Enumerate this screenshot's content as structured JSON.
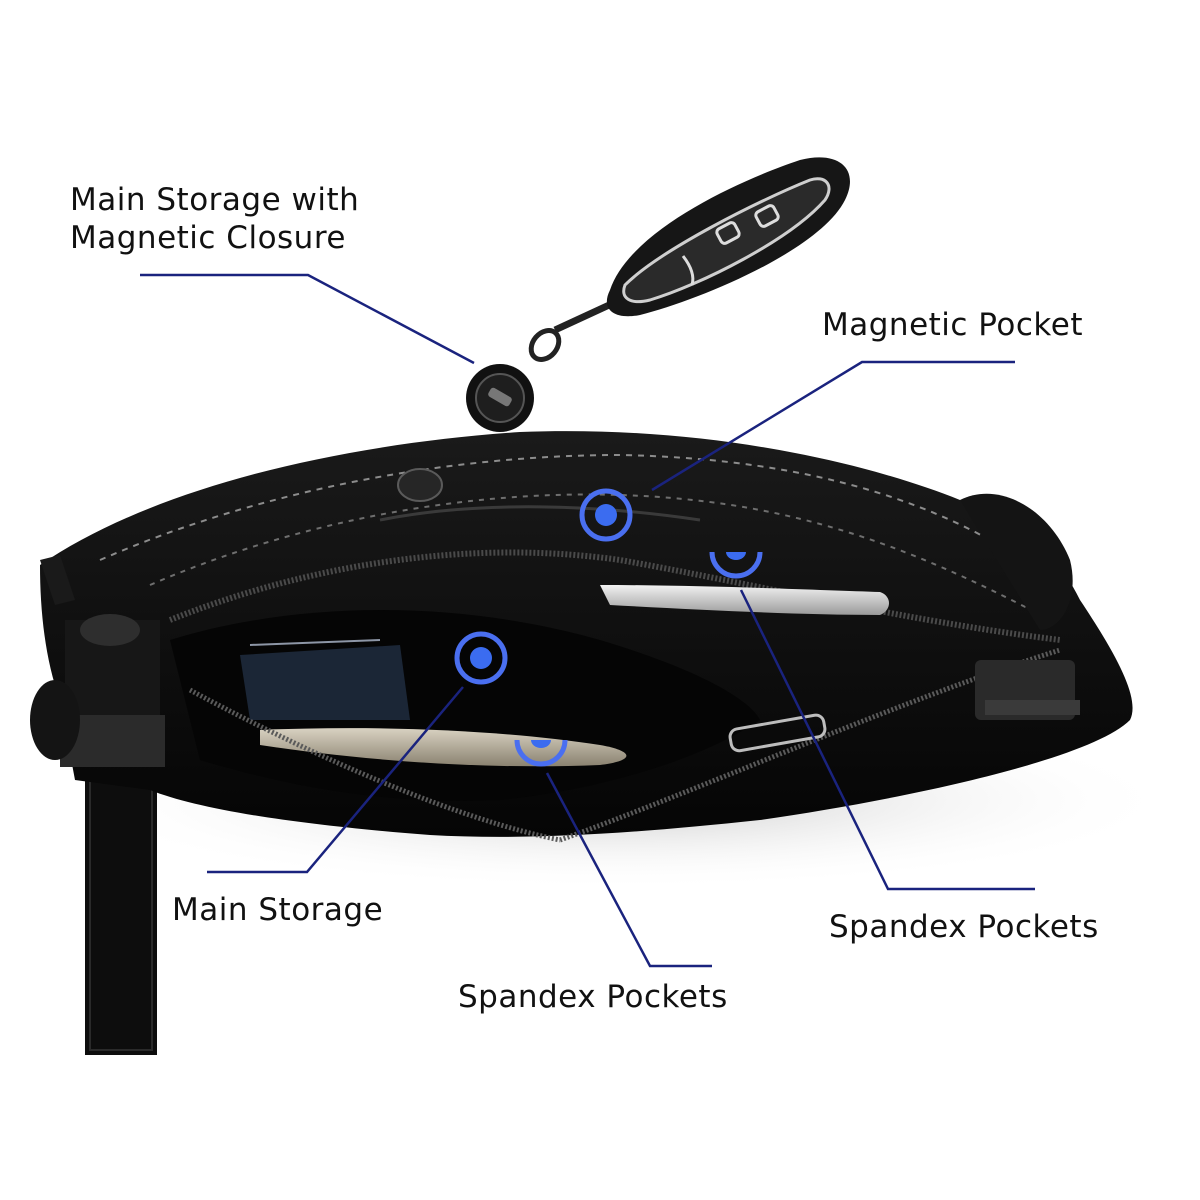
{
  "image": {
    "subject": "Black crossbody sling bag open with labeled compartments and attached car key fob",
    "background": "#ffffff",
    "accent_line_color": "#1a237e",
    "marker_color": "#3b6cf0"
  },
  "callouts": [
    {
      "id": "main-storage-magnetic",
      "label_line1": "Main Storage with",
      "label_line2": "Magnetic Closure"
    },
    {
      "id": "magnetic-pocket",
      "label": "Magnetic Pocket"
    },
    {
      "id": "main-storage",
      "label": "Main Storage"
    },
    {
      "id": "spandex-pockets-right",
      "label": "Spandex Pockets"
    },
    {
      "id": "spandex-pockets-bottom",
      "label": "Spandex Pockets"
    }
  ]
}
